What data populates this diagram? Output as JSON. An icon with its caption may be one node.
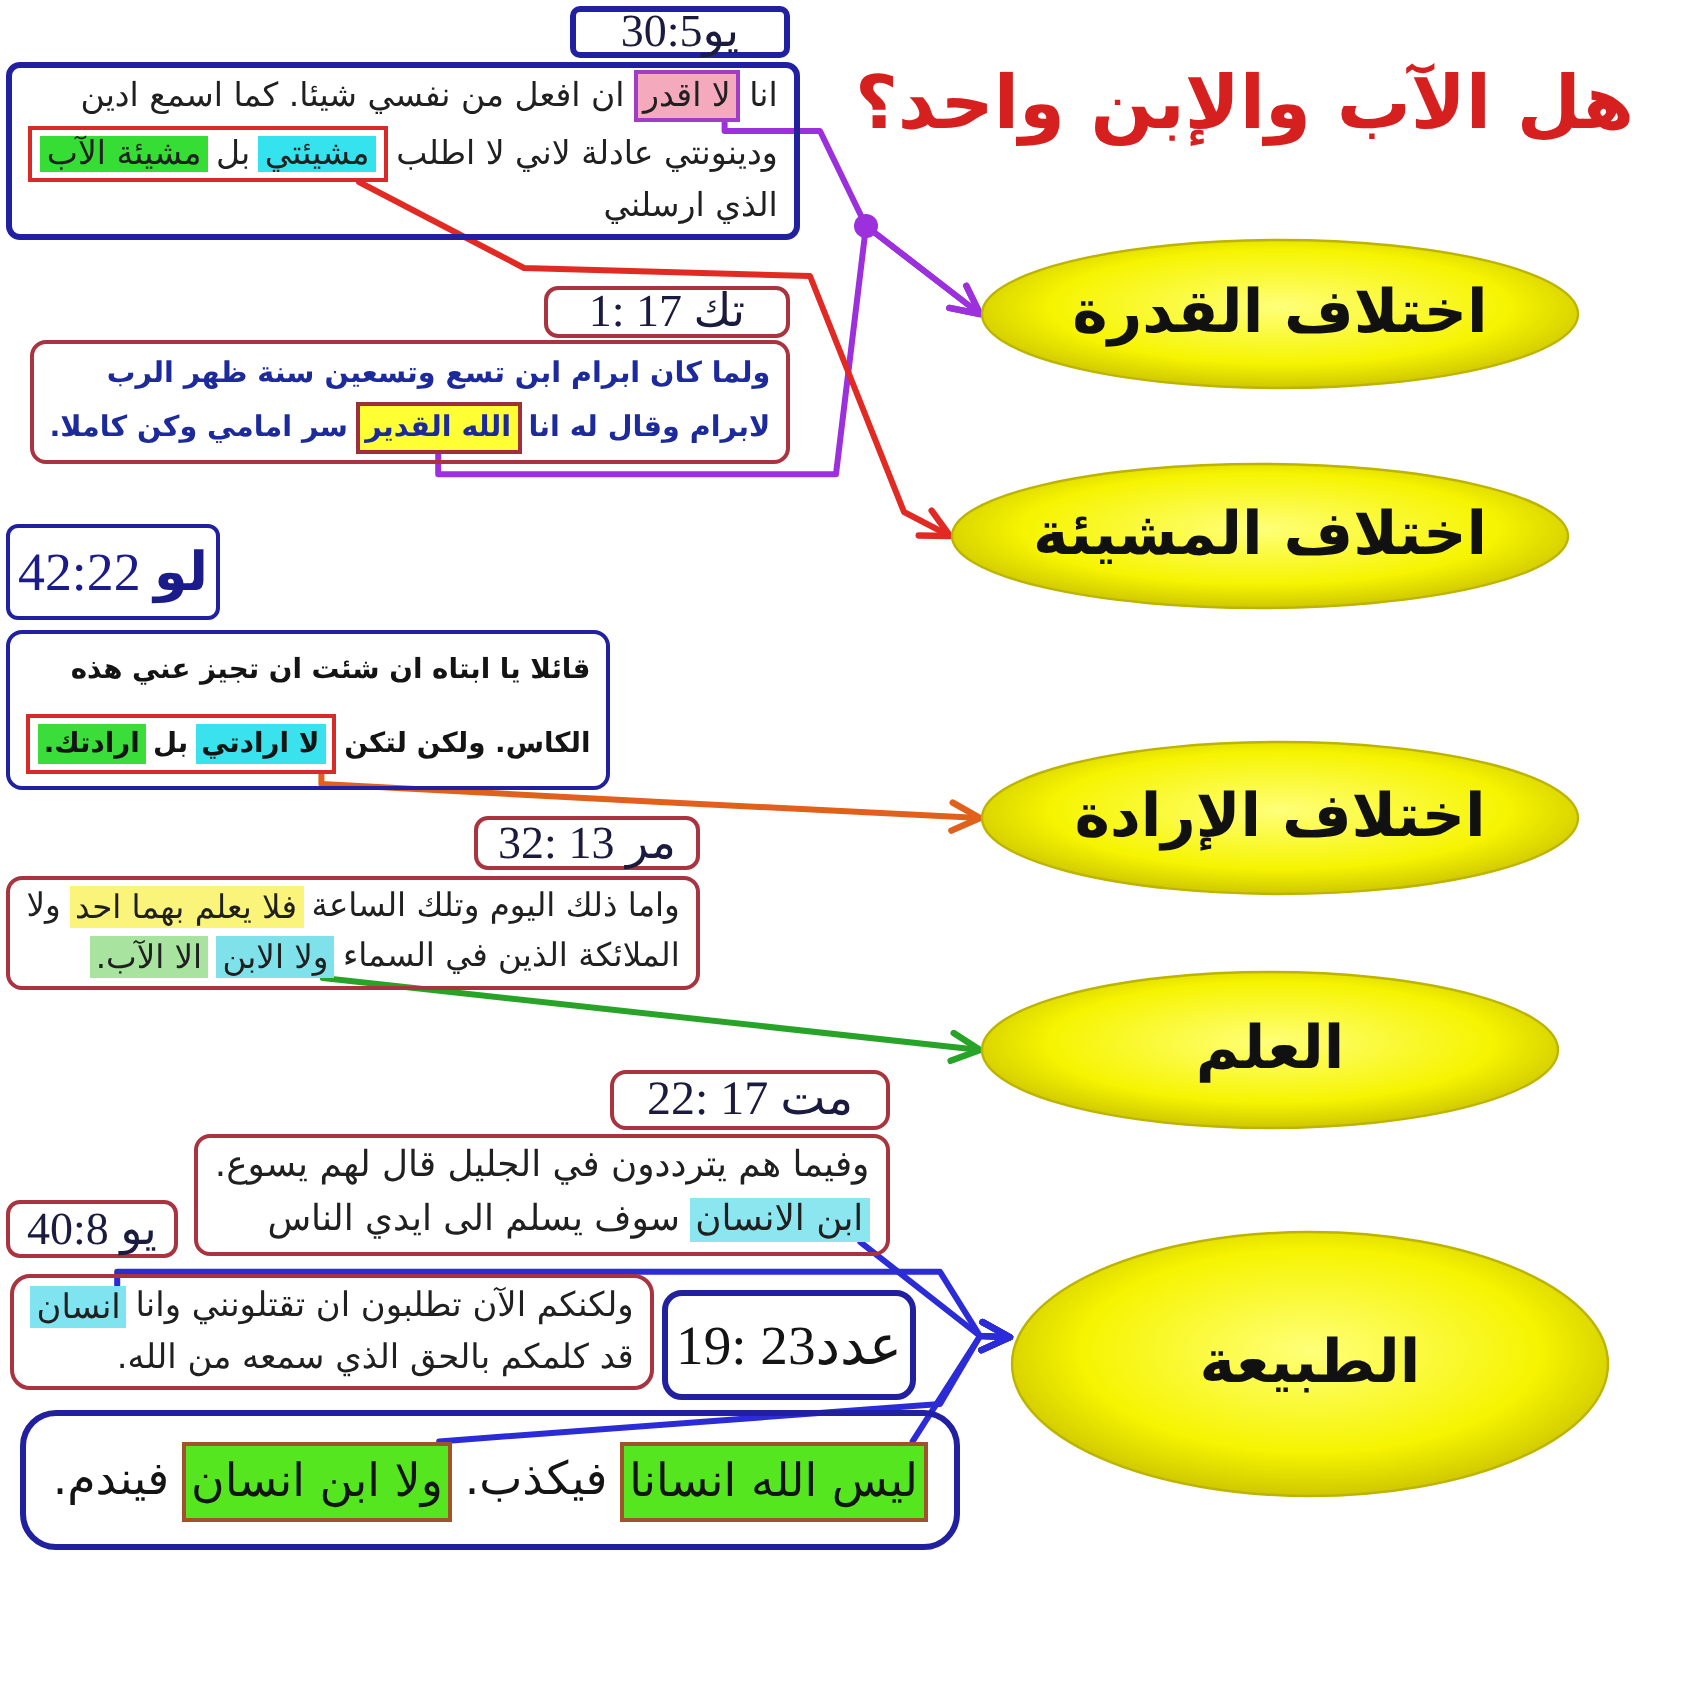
{
  "diagram": {
    "title": "هل الآب والإبن واحد؟",
    "nodes": [
      {
        "text": [
          "يو30:5"
        ]
      },
      {
        "text": [
          "انا",
          "ان افعل من نفسي شيئا. كما اسمع ادين",
          "ودينونتي عادلة لاني لا اطلب",
          "الذي ارسلني"
        ]
      },
      {
        "text": [
          "لا اقدر"
        ],
        "in": 1
      },
      {
        "text": [
          "بل"
        ],
        "in": 1
      },
      {
        "text": [
          "مشيئتي"
        ],
        "in": 3
      },
      {
        "text": [
          "مشيئة الآب"
        ],
        "in": 3
      },
      {
        "text": [
          "تك 17 :1"
        ]
      },
      {
        "text": [
          "ولما كان ابرام ابن تسع وتسعين سنة ظهر الرب",
          "لابرام وقال له انا",
          "سر امامي وكن كاملا."
        ]
      },
      {
        "text": [
          "الله القدير"
        ],
        "in": 7
      },
      {
        "text": [
          "**لو** 42:22"
        ]
      },
      {
        "text": [
          "قائلا يا ابتاه ان شئت ان تجيز عني هذه",
          "الكاس. ولكن لتكن"
        ]
      },
      {
        "text": [
          "بل"
        ],
        "in": 10
      },
      {
        "text": [
          "لا ارادتي"
        ],
        "in": 11
      },
      {
        "text": [
          "ارادتك."
        ],
        "in": 11
      },
      {
        "text": [
          "مر 13 :32"
        ]
      },
      {
        "text": [
          "واما ذلك اليوم وتلك الساعة",
          "ولا",
          "الملائكة الذين في السماء"
        ]
      },
      {
        "text": [
          "فلا يعلم بهما احد"
        ],
        "in": 15
      },
      {
        "text": [
          "ولا الابن"
        ],
        "in": 15
      },
      {
        "text": [
          "الا الآب."
        ],
        "in": 15
      },
      {
        "text": [
          "مت 17 :22"
        ]
      },
      {
        "text": [
          "وفيما هم يترددون في الجليل قال لهم يسوع.",
          "سوف يسلم الى ايدي الناس"
        ]
      },
      {
        "text": [
          "ابن الانسان"
        ],
        "in": 20
      },
      {
        "text": [
          "يو 40:8"
        ]
      },
      {
        "text": [
          "ولكنكم الآن تطلبون ان تقتلونني وانا",
          "قد كلمكم بالحق الذي سمعه من الله."
        ]
      },
      {
        "text": [
          "انسان"
        ],
        "in": 23
      },
      {
        "text": [
          "عدد23 :19"
        ]
      },
      {
        "text": [
          "فيكذب.",
          "فيندم."
        ]
      },
      {
        "text": [
          "ليس الله انسانا"
        ],
        "in": 26
      },
      {
        "text": [
          "ولا ابن انسان"
        ],
        "in": 26
      },
      {
        "text": [
          "اختلاف القدرة"
        ]
      },
      {
        "text": [
          "اختلاف المشيئة"
        ]
      },
      {
        "text": [
          "اختلاف الإرادة"
        ]
      },
      {
        "text": [
          "العلم"
        ]
      },
      {
        "text": [
          "الطبيعة"
        ]
      }
    ],
    "edges": [
      {
        "from": 2,
        "to": 29,
        "arrow": "to",
        "color": "#9b30dc"
      },
      {
        "from": 8,
        "to": 29,
        "arrow": "to",
        "color": "#9b30dc"
      },
      {
        "from": 3,
        "to": 30,
        "arrow": "to",
        "color": "#e22a24"
      },
      {
        "from": 11,
        "to": 31,
        "arrow": "to",
        "color": "#e0601c"
      },
      {
        "from": 17,
        "to": 32,
        "arrow": "to",
        "color": "#27a427"
      },
      {
        "from": 21,
        "to": 33,
        "arrow": "to"
      },
      {
        "from": 24,
        "to": 33,
        "arrow": "to"
      },
      {
        "from": 27,
        "to": 33,
        "arrow": "to"
      },
      {
        "from": 28,
        "to": 33,
        "arrow": "to"
      }
    ]
  }
}
